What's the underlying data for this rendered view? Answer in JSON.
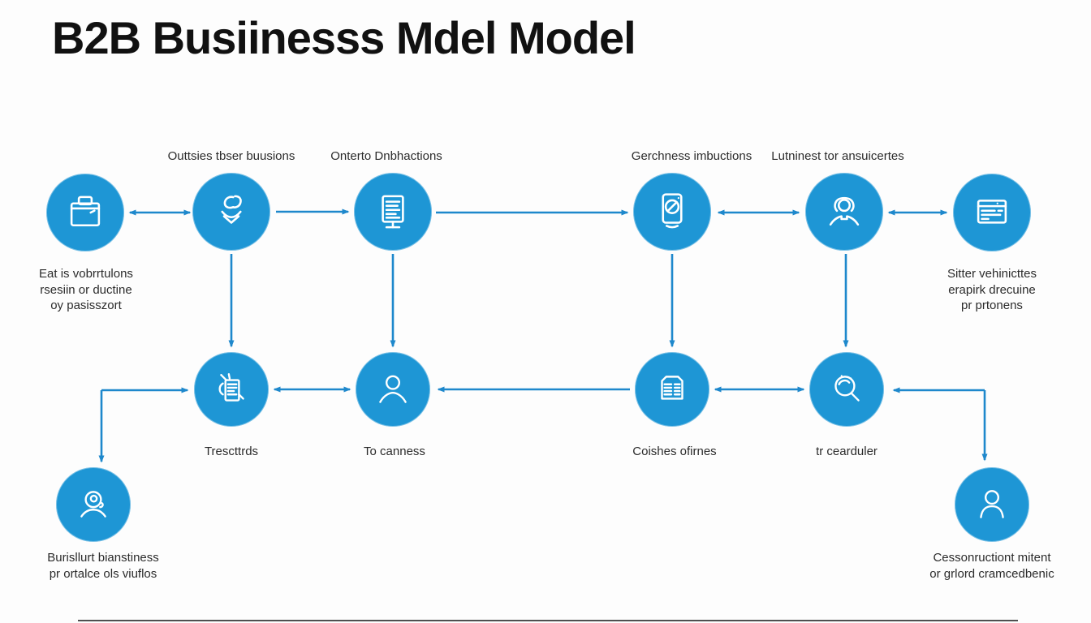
{
  "title": "B2B Busiinesss Mdel Model",
  "colors": {
    "circle_fill": "#1e96d5",
    "arrow": "#1e88cc",
    "title_text": "#111111",
    "label_text": "#2b2b2b"
  },
  "top_row": {
    "headings": [
      "Outtsies tbser buusions",
      "Onterto Dnbhactions",
      "Gerchness imbuctions",
      "Lutninest tor ansuicertes"
    ],
    "nodes": [
      {
        "icon": "briefcase-icon"
      },
      {
        "icon": "handshake-icon"
      },
      {
        "icon": "presentation-icon"
      },
      {
        "icon": "tablet-icon"
      },
      {
        "icon": "woman-user-icon"
      },
      {
        "icon": "browser-card-icon"
      }
    ],
    "left_caption": "Eat is vobrrtulons\nrsesiin or ductine\noy pasisszort",
    "right_caption": "Sitter vehinicttes\nerapirk drecuine\npr prtonens"
  },
  "middle_row": {
    "labels": [
      "Trescttrds",
      "To canness",
      "Coishes ofirnes",
      "tr cearduler"
    ],
    "nodes": [
      {
        "icon": "clipboard-report-icon"
      },
      {
        "icon": "user-icon"
      },
      {
        "icon": "invoice-list-icon"
      },
      {
        "icon": "magnifier-icon"
      }
    ]
  },
  "bottom_row": {
    "left_caption": "Burisllurt bianstiness\npr ortalce ols viuflos",
    "right_caption": "Cessonructiont mitent\nor grlord cramcedbenic",
    "nodes": [
      {
        "icon": "headset-user-icon"
      },
      {
        "icon": "person-icon"
      }
    ]
  }
}
